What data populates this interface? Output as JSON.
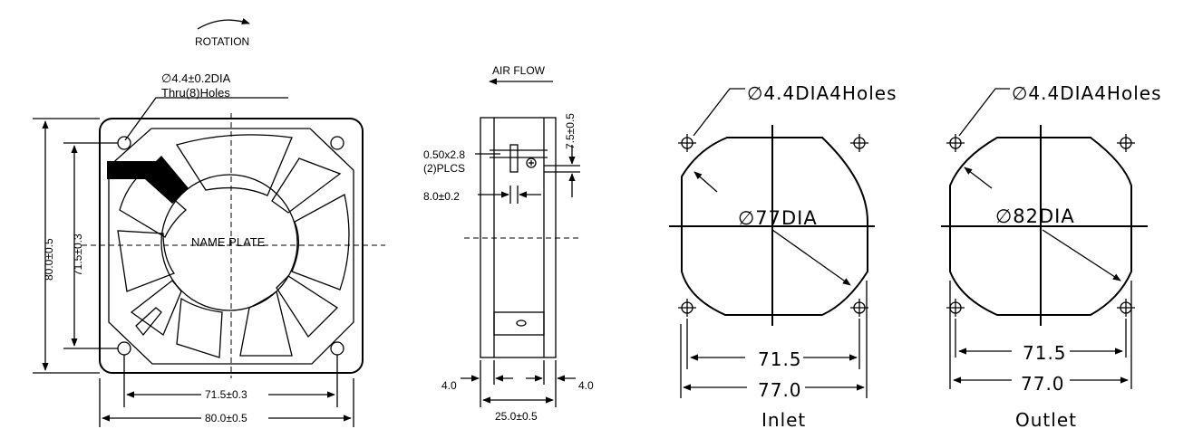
{
  "front_view": {
    "rotation_label": "ROTATION",
    "hole_callout_line1": "∅4.4±0.2DIA",
    "hole_callout_line2": "Thru(8)Holes",
    "name_plate": "NAME PLATE",
    "dim_height_outer": "80.0±0.5",
    "dim_height_inner": "71.5±0.3",
    "dim_width_inner": "71.5±0.3",
    "dim_width_outer": "80.0±0.5"
  },
  "side_view": {
    "airflow_label": "AIR FLOW",
    "dim_lead": "7.5±0.5",
    "dim_terminal_line1": "0.50x2.8",
    "dim_terminal_line2": "(2)PLCS",
    "dim_terminal_width": "8.0±0.2",
    "dim_flange_left": "4.0",
    "dim_flange_right": "4.0",
    "dim_depth": "25.0±0.5"
  },
  "inlet_view": {
    "hole_callout": "∅4.4DIA4Holes",
    "diameter": "∅77DIA",
    "dim_inner": "71.5",
    "dim_outer": "77.0",
    "caption": "Inlet"
  },
  "outlet_view": {
    "hole_callout": "∅4.4DIA4Holes",
    "diameter": "∅82DIA",
    "dim_inner": "71.5",
    "dim_outer": "77.0",
    "caption": "Outlet"
  }
}
